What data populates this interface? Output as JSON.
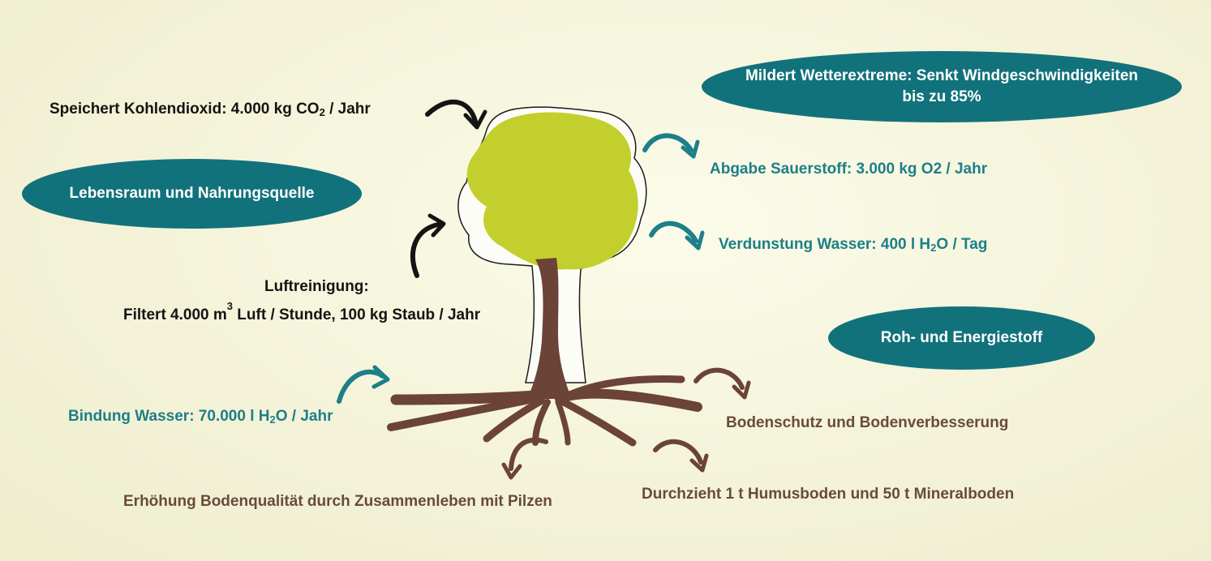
{
  "labels": {
    "co2": {
      "text": "Speichert Kohlendioxid: 4.000 kg CO",
      "sub": "2",
      "tail": " / Jahr"
    },
    "lebensraum": "Lebensraum und Nahrungsquelle",
    "luft": {
      "title": "Luftreinigung:",
      "pre": "Filtert 4.000 m",
      "sup": "3",
      "post": " Luft / Stunde, 100 kg Staub / Jahr"
    },
    "wetter": {
      "line1": "Mildert Wetterextreme: Senkt Windgeschwindigkeiten",
      "line2": "bis zu 85%"
    },
    "sauerstoff": "Abgabe Sauerstoff: 3.000 kg O2 / Jahr",
    "verdunstung": {
      "pre": "Verdunstung Wasser: 400 l H",
      "sub": "2",
      "post": "O / Tag"
    },
    "roh": "Roh- und Energiestoff",
    "bindung": {
      "pre": "Bindung Wasser: 70.000 l H",
      "sub": "2",
      "post": "O / Jahr"
    },
    "bodenschutz": "Bodenschutz und Bodenverbesserung",
    "humus": "Durchzieht 1 t Humusboden und 50 t Mineralboden",
    "pilze": "Erhöhung Bodenqualität durch Zusammenleben mit Pilzen"
  },
  "colors": {
    "teal": "#12727b",
    "teal_text": "#1d7f88",
    "brown": "#6a4a3c",
    "crown": "#c3cf2c",
    "trunk": "#6b4337"
  }
}
